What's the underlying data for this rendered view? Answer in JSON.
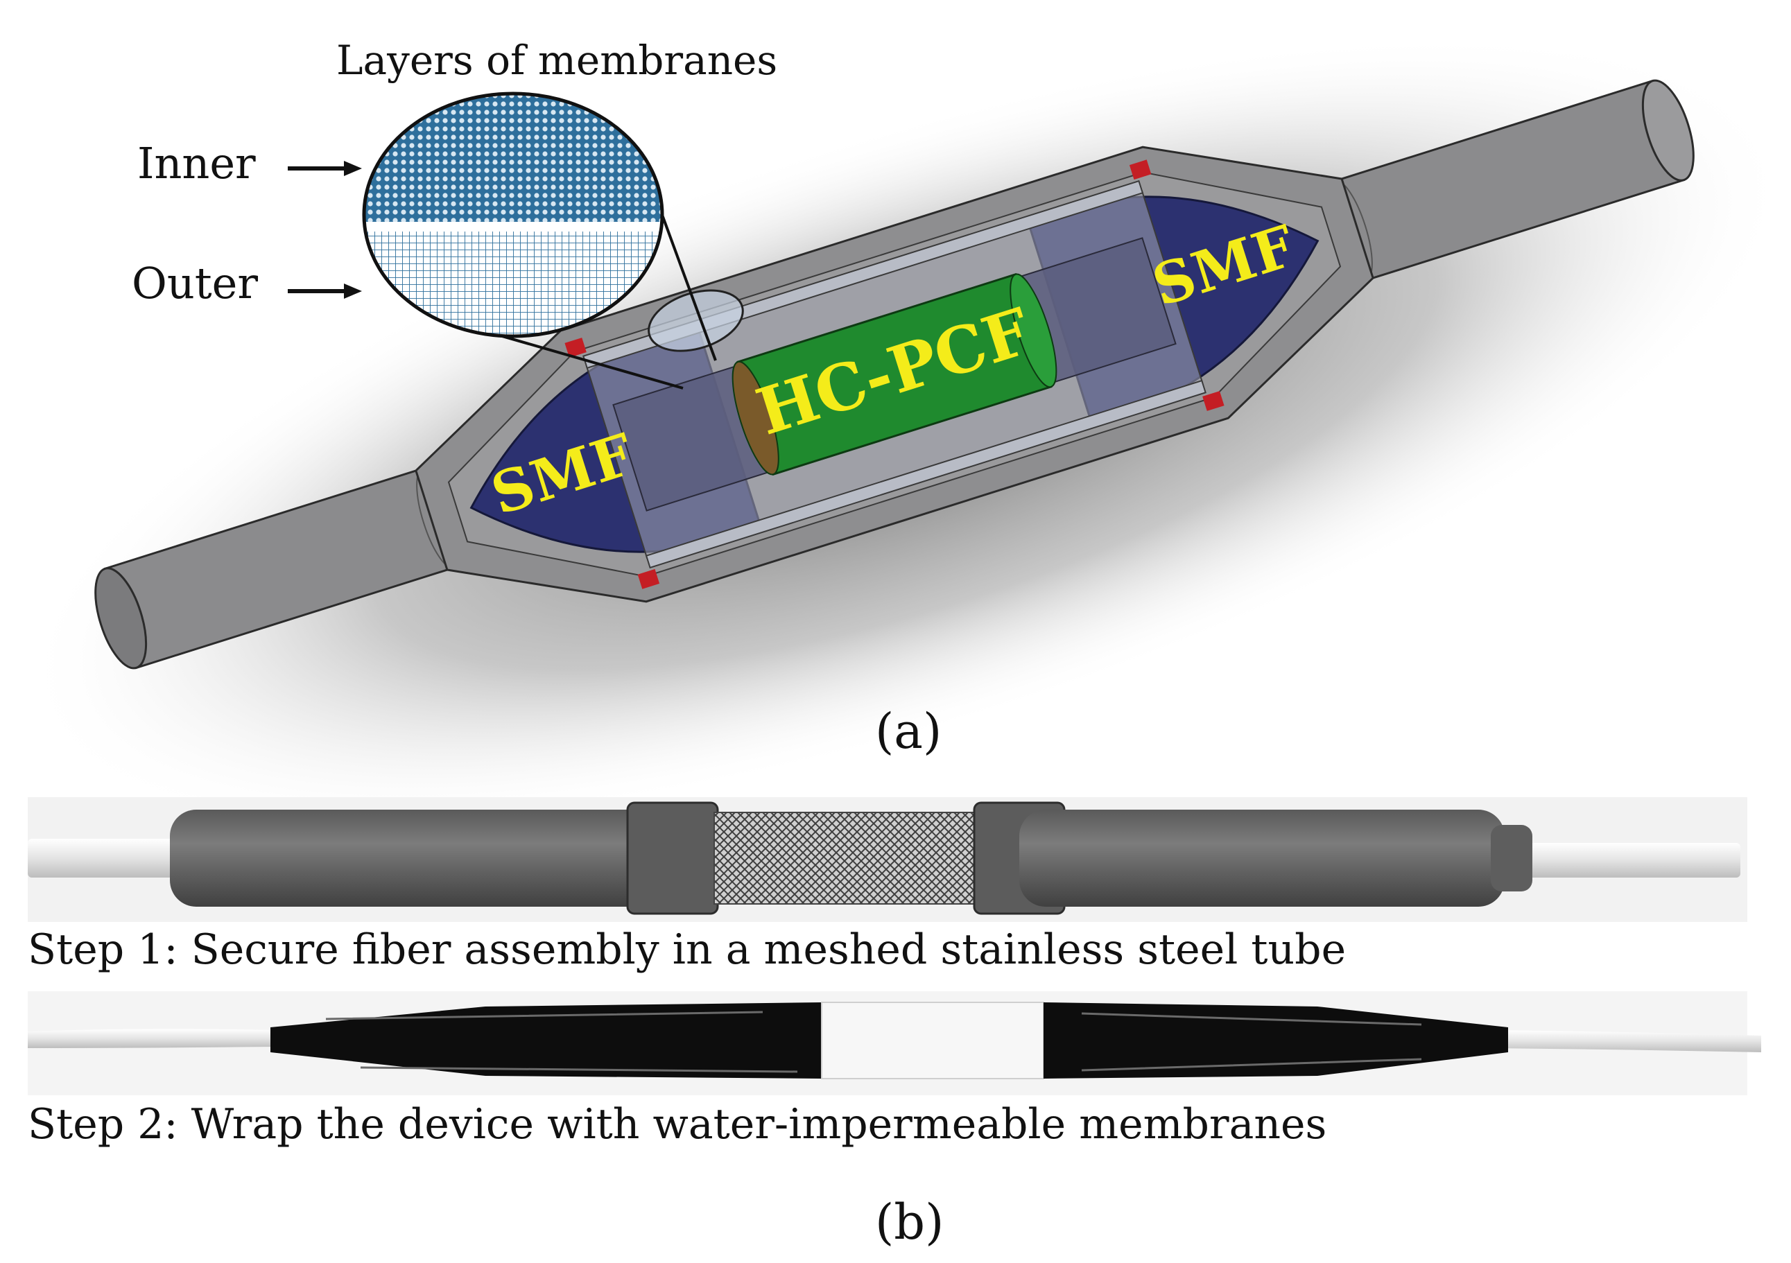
{
  "figure": {
    "inset_title": "Layers of membranes",
    "inner_label": "Inner",
    "outer_label": "Outer",
    "smf_left_label": "SMF",
    "smf_right_label": "SMF",
    "hcpcf_label": "HC-PCF",
    "panel_a_label": "(a)",
    "step1_caption": "Step 1: Secure fiber assembly in a meshed stainless steel tube",
    "step2_caption": "Step 2: Wrap the device with water-impermeable membranes",
    "panel_b_label": "(b)"
  },
  "colors": {
    "housing_gray": "#8a8a8c",
    "smf_navy": "#2c3170",
    "fiber_label_yellow": "#f4ec1a",
    "hcpcf_green": "#1f8a2e",
    "seal_red": "#c41e24",
    "mesh_blue": "#2e6f9c",
    "black_wrap": "#0d0d0d"
  }
}
